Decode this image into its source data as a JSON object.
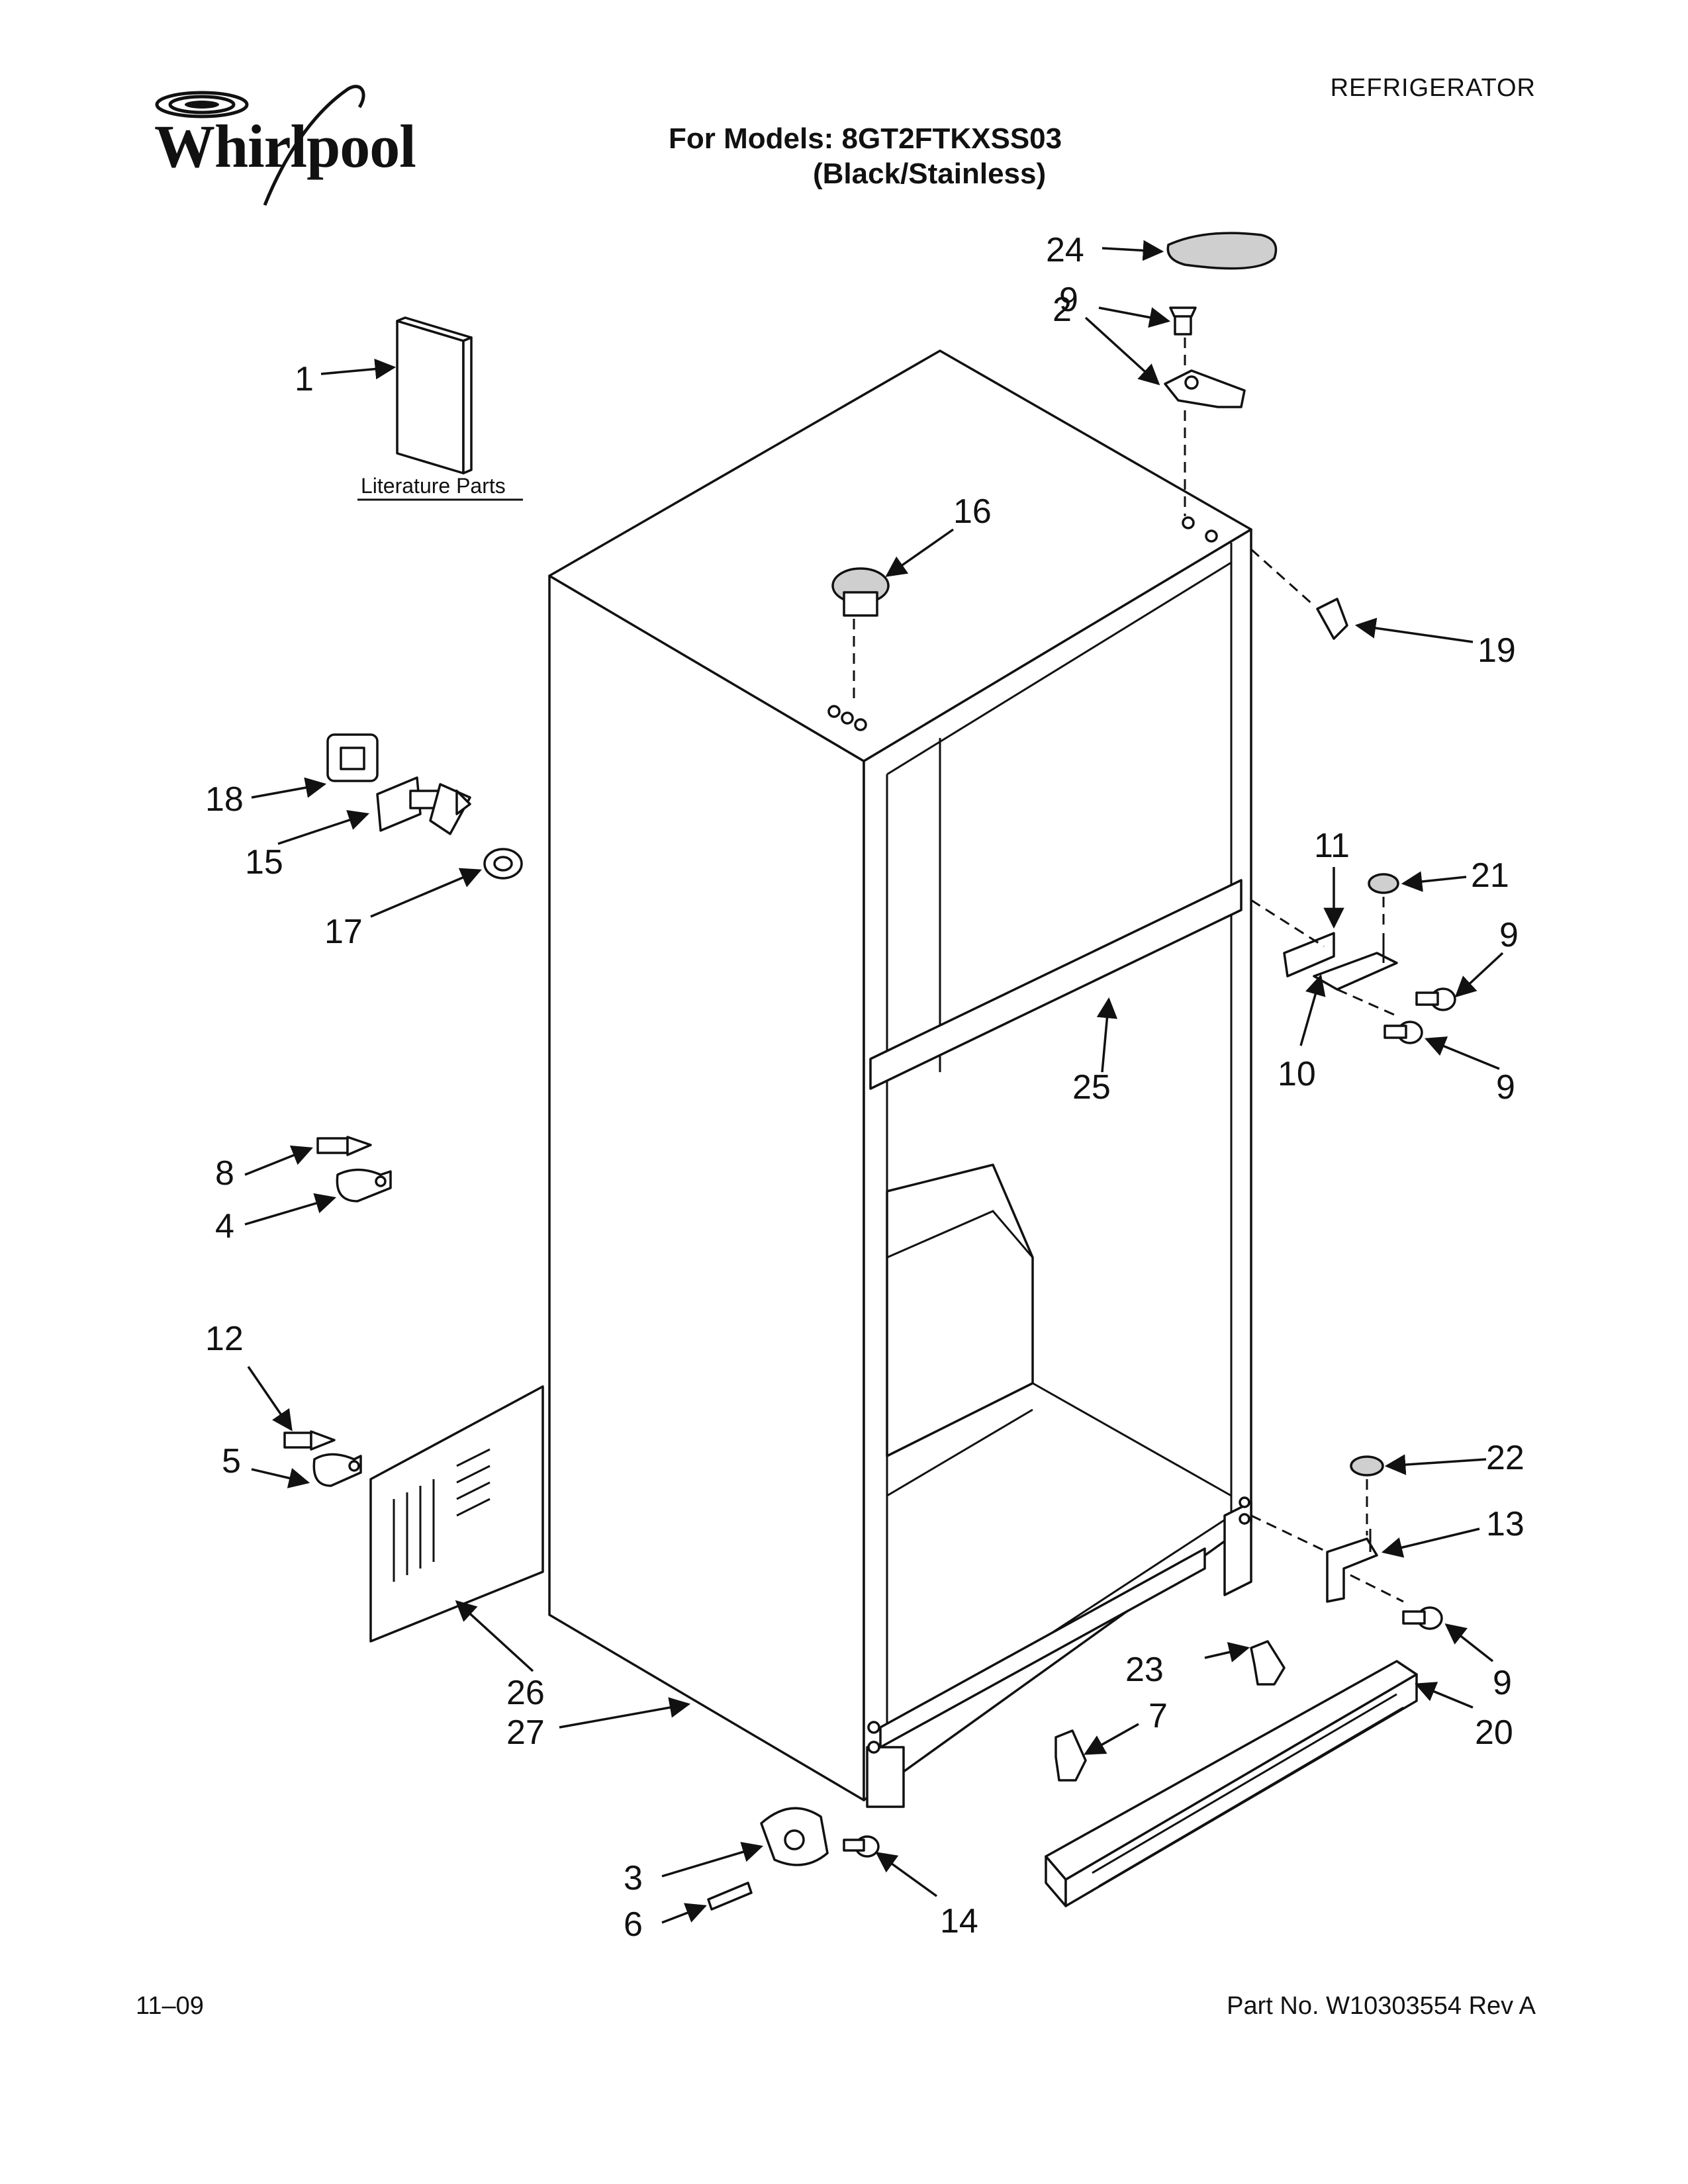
{
  "header": {
    "category": "REFRIGERATOR",
    "brand": "Whirlpool",
    "models_line": "For Models: 8GT2FTKXSS03",
    "variant_line": "(Black/Stainless)"
  },
  "diagram": {
    "literature_label": "Literature Parts",
    "callouts": {
      "p1": "1",
      "p2": "2",
      "p3": "3",
      "p4": "4",
      "p5": "5",
      "p6": "6",
      "p7": "7",
      "p8": "8",
      "p9a": "9",
      "p9b": "9",
      "p9c": "9",
      "p9d": "9",
      "p10": "10",
      "p11": "11",
      "p12": "12",
      "p13": "13",
      "p14": "14",
      "p15": "15",
      "p16": "16",
      "p17": "17",
      "p18": "18",
      "p19": "19",
      "p20": "20",
      "p21": "21",
      "p22": "22",
      "p23": "23",
      "p24": "24",
      "p25": "25",
      "p26": "26",
      "p27": "27"
    }
  },
  "footer": {
    "date_code": "11–09",
    "part_number": "Part No. W10303554 Rev A"
  }
}
